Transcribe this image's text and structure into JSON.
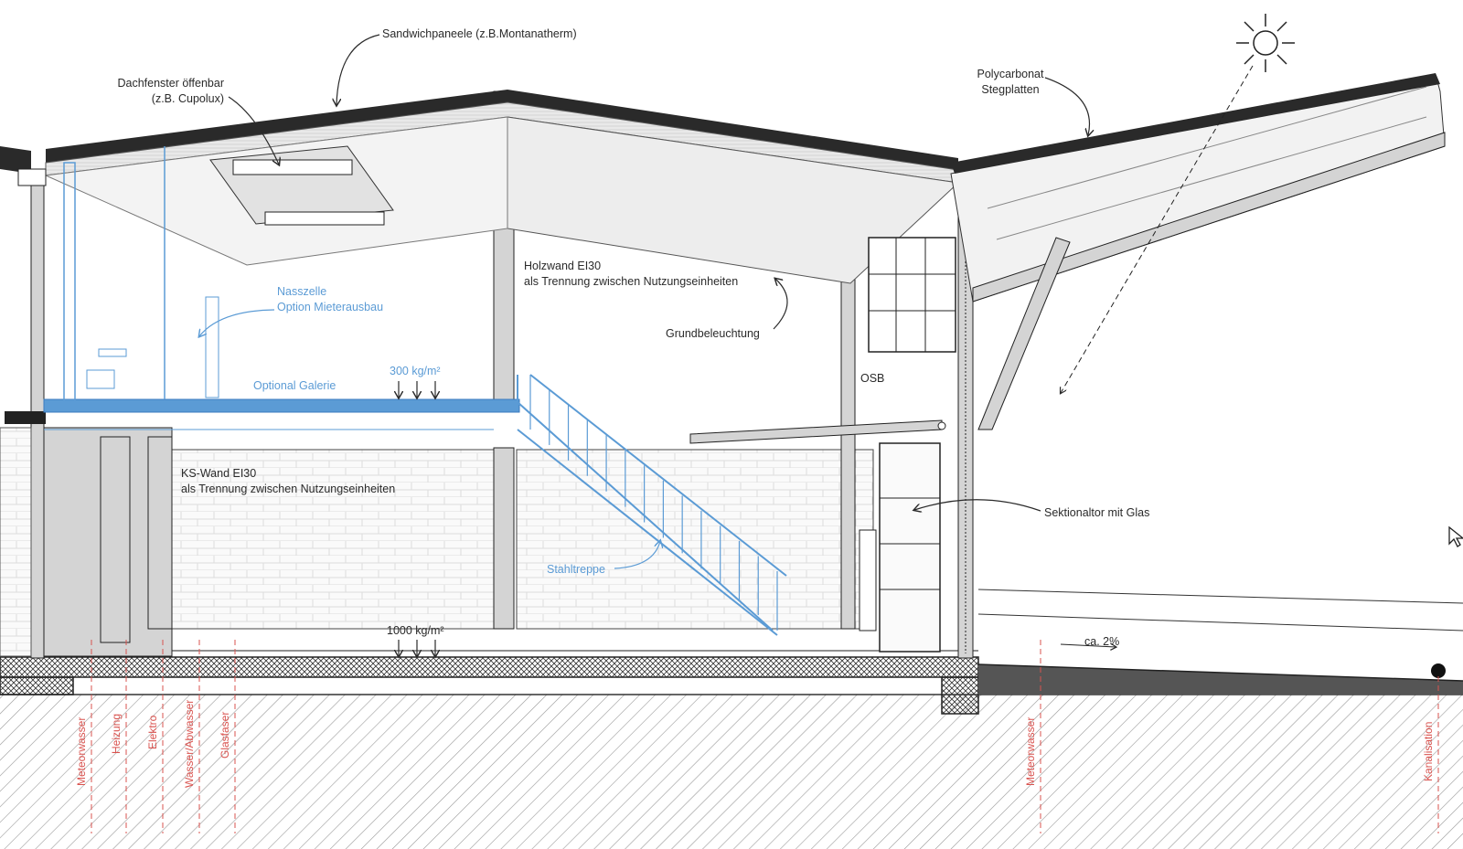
{
  "labels": {
    "sandwich": "Sandwichpaneele (z.B.Montanatherm)",
    "dachfenster_1": "Dachfenster öffenbar",
    "dachfenster_2": "(z.B. Cupolux)",
    "polycarbonat_1": "Polycarbonat",
    "polycarbonat_2": "Stegplatten",
    "holzwand_1": "Holzwand EI30",
    "holzwand_2": "als Trennung zwischen Nutzungseinheiten",
    "grundbeleuchtung": "Grundbeleuchtung",
    "osb": "OSB",
    "nasszelle_1": "Nasszelle",
    "nasszelle_2": "Option Mieterausbau",
    "galerie": "Optional Galerie",
    "load_galerie": "300 kg/m²",
    "kswand_1": "KS-Wand EI30",
    "kswand_2": "als Trennung zwischen Nutzungseinheiten",
    "stahltreppe": "Stahltreppe",
    "sektionaltor": "Sektionaltor mit Glas",
    "load_floor": "1000 kg/m²",
    "gefaelle": "ca. 2%"
  },
  "utilities": {
    "meteorwasser_left": "Meteorwasser",
    "heizung": "Heizung",
    "elektro": "Elektro",
    "wasser": "Wasser/Abwasser",
    "glasfaser": "Glasfaser",
    "meteorwasser_right": "Meteorwasser",
    "kanalisation": "Kanalisation"
  },
  "colors": {
    "line": "#2a2a2a",
    "structure": "#d4d4d4",
    "tenant_option": "#5b9bd5",
    "utility_lines": "#d9534f",
    "ground_hatch": "#9a9a9a"
  },
  "icons": [
    "sun-icon",
    "cursor-icon"
  ]
}
